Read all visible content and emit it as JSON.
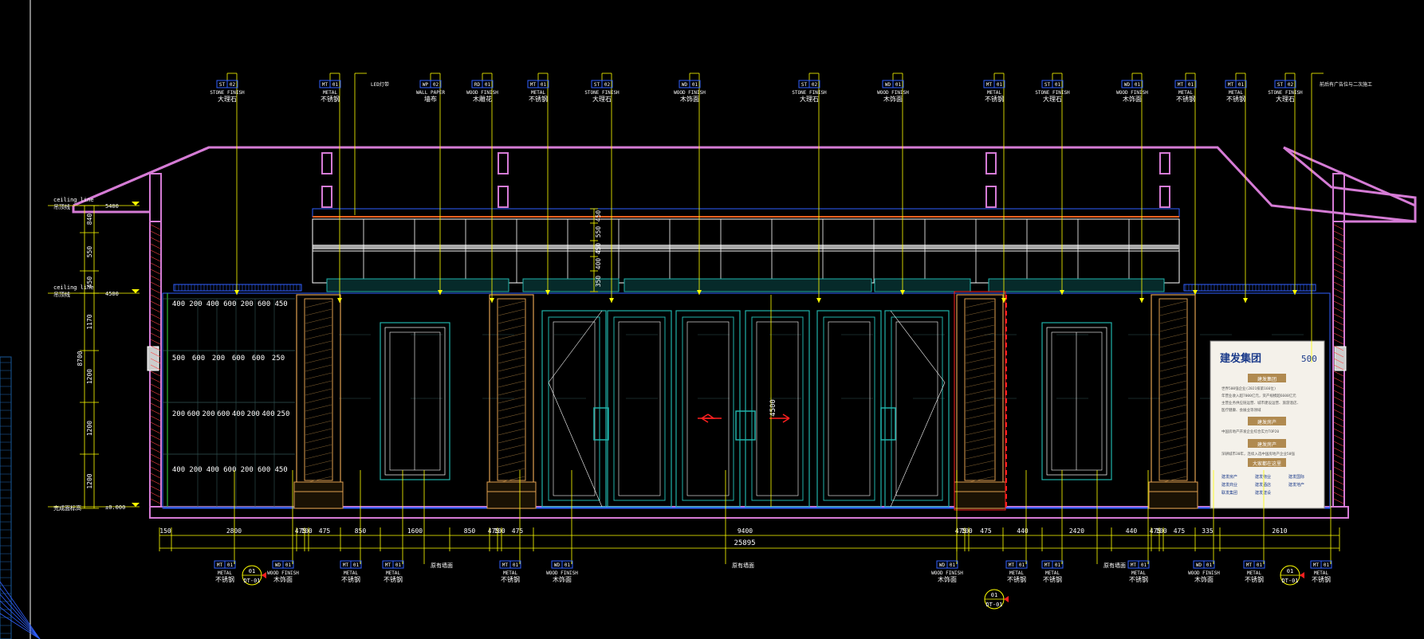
{
  "callouts_top": [
    {
      "code": "ST",
      "num": "02",
      "en": "STONE FINISH",
      "cn": "大理石"
    },
    {
      "code": "MT",
      "num": "01",
      "en": "METAL",
      "cn": "不锈钢"
    },
    {
      "code": "WP",
      "num": "02",
      "en": "WALL PAPER",
      "cn": "墙布"
    },
    {
      "code": "RD",
      "num": "01",
      "en": "WOOD FINISH",
      "cn": "木雕花"
    },
    {
      "code": "MT",
      "num": "01",
      "en": "METAL",
      "cn": "不锈钢"
    },
    {
      "code": "ST",
      "num": "02",
      "en": "STONE FINISH",
      "cn": "大理石"
    },
    {
      "code": "WD",
      "num": "01",
      "en": "WOOD FINISH",
      "cn": "木饰面"
    },
    {
      "code": "ST",
      "num": "02",
      "en": "STONE FINISH",
      "cn": "大理石"
    },
    {
      "code": "WD",
      "num": "01",
      "en": "WOOD FINISH",
      "cn": "木饰面"
    },
    {
      "code": "MT",
      "num": "01",
      "en": "METAL",
      "cn": "不锈钢"
    },
    {
      "code": "ST",
      "num": "01",
      "en": "STONE FINISH",
      "cn": "大理石"
    },
    {
      "code": "WD",
      "num": "01",
      "en": "WOOD FINISH",
      "cn": "木饰面"
    },
    {
      "code": "MT",
      "num": "01",
      "en": "METAL",
      "cn": "不锈钢"
    },
    {
      "code": "MT",
      "num": "01",
      "en": "METAL",
      "cn": "不锈钢"
    },
    {
      "code": "ST",
      "num": "02",
      "en": "STONE FINISH",
      "cn": "大理石"
    }
  ],
  "light_box_note": "LED灯带",
  "ad_note": "前后有广告位与二次施工",
  "callouts_bottom": [
    {
      "code": "MT",
      "num": "01",
      "en": "METAL",
      "cn": "不锈钢"
    },
    {
      "code": "WD",
      "num": "01",
      "en": "WOOD FINISH",
      "cn": "木饰面"
    },
    {
      "code": "MT",
      "num": "01",
      "en": "METAL",
      "cn": "不锈钢"
    },
    {
      "code": "MT",
      "num": "01",
      "en": "METAL",
      "cn": "不锈钢"
    },
    {
      "code": "MT",
      "num": "01",
      "en": "METAL",
      "cn": "不锈钢"
    },
    {
      "code": "WD",
      "num": "01",
      "en": "WOOD FINISH",
      "cn": "木饰面"
    },
    {
      "code": "WD",
      "num": "01",
      "en": "WOOD FINISH",
      "cn": "木饰面"
    },
    {
      "code": "MT",
      "num": "01",
      "en": "METAL",
      "cn": "不锈钢"
    },
    {
      "code": "MT",
      "num": "01",
      "en": "METAL",
      "cn": "不锈钢"
    },
    {
      "code": "MT",
      "num": "01",
      "en": "METAL",
      "cn": "不锈钢"
    },
    {
      "code": "WD",
      "num": "01",
      "en": "WOOD FINISH",
      "cn": "木饰面"
    },
    {
      "code": "MT",
      "num": "01",
      "en": "METAL",
      "cn": "不锈钢"
    },
    {
      "code": "MT",
      "num": "01",
      "en": "METAL",
      "cn": "不锈钢"
    }
  ],
  "bottom_notes": [
    "原有墙面",
    "原有墙面",
    "原有墙面"
  ],
  "section_markers": [
    {
      "top": "01",
      "bottom": "DT-01"
    },
    {
      "top": "01",
      "bottom": "DT-01"
    },
    {
      "top": "01",
      "bottom": "DT-01"
    }
  ],
  "levels": [
    {
      "en": "ceiling line",
      "cn": "吊顶线",
      "value": "5400"
    },
    {
      "en": "ceiling line",
      "cn": "吊顶线",
      "value": "4500"
    },
    {
      "en": "",
      "cn": "完成面标高",
      "value": "±0.000"
    }
  ],
  "left_vertical_dims": [
    "840",
    "550",
    "450",
    "1170",
    "1200",
    "1200",
    "1200",
    "8700"
  ],
  "upper_vertical_dims": [
    "450",
    "550",
    "450",
    "400",
    "350"
  ],
  "door_height_dim": "4500",
  "wall_rows": [
    [
      "400",
      "200",
      "400",
      "600",
      "200",
      "600",
      "450"
    ],
    [
      "500",
      "600",
      "200",
      "600",
      "600",
      "250"
    ],
    [
      "200",
      "600",
      "200",
      "600",
      "400",
      "200",
      "400",
      "250"
    ],
    [
      "400",
      "200",
      "400",
      "600",
      "200",
      "600",
      "450"
    ]
  ],
  "bottom_dims": [
    "150",
    "2800",
    "475",
    "100",
    "475",
    "850",
    "1600",
    "850",
    "475",
    "100",
    "475",
    "9400",
    "475",
    "100",
    "475",
    "440",
    "2420",
    "440",
    "475",
    "100",
    "475",
    "335",
    "2610"
  ],
  "overall_dim": "25895",
  "ad_board": {
    "logo": "建发集团",
    "badge": "500",
    "section1": "建发集团",
    "section1_lines": [
      "世界500强企业(2021排第166位)",
      "年营业收入超7000亿元，资产规模超6600亿元",
      "主营业务供应链运营、城市建设运营、旅游酒店、",
      "医疗健康、会展业等领域"
    ],
    "section2": "建发房产",
    "section2_lines": [
      "中国房地产开发企业综合实力TOP20"
    ],
    "section3": "建发房产",
    "section3_lines": [
      "深耕城市30年，连续入选中国房地产企业50强"
    ],
    "section4": "大家都在这里",
    "brands": [
      "建发房产",
      "建发物业",
      "建发国际",
      "建发商业",
      "建发酒店",
      "建发地产",
      "联发集团",
      "建发建设"
    ]
  },
  "colors": {
    "yellow": "#ffff00",
    "magenta": "#d57bd5",
    "teal": "#20b2aa",
    "orange": "#e0a050",
    "blue": "#3060ff",
    "red": "#ff2020",
    "green": "#33dd33"
  }
}
